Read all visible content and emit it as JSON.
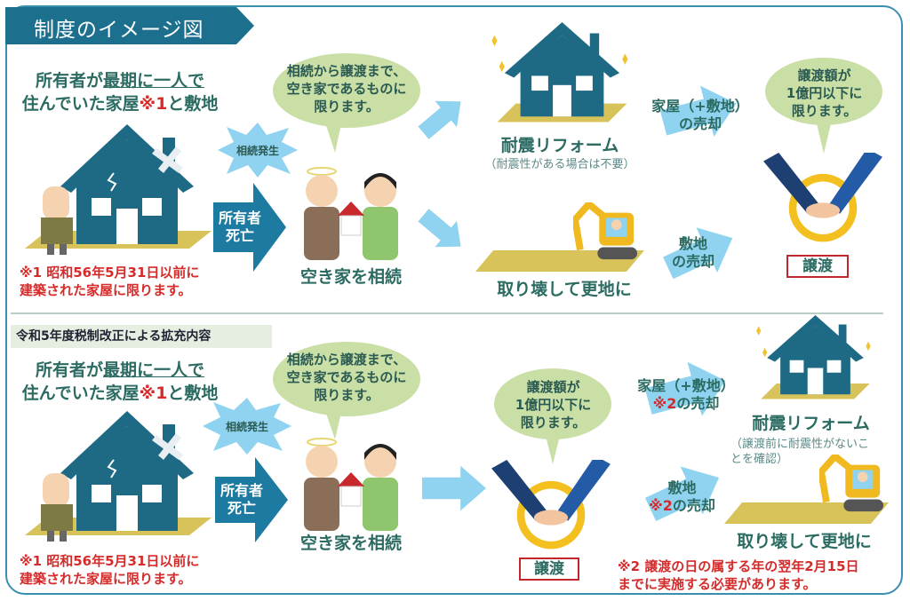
{
  "title": "制度のイメージ図",
  "colors": {
    "teal_dark": "#1d6f8e",
    "house": "#1e6a84",
    "arrow_light": "#8fd3f0",
    "bubble": "#c9dfa6",
    "ground": "#d8c25a",
    "red": "#d52b2b",
    "border": "#3a8fae"
  },
  "section1": {
    "heading_pre": "所有者が",
    "heading_underline": "最期に一人で",
    "heading_line2_pre": "住んでいた家屋",
    "heading_mark": "※1",
    "heading_line2_post": "と敷地",
    "burst": "相続発生",
    "death_arrow": [
      "所有者",
      "死亡"
    ],
    "bubble_inherit": [
      "相続から譲渡まで、",
      "空き家であるものに",
      "限ります。"
    ],
    "inherit_label": "空き家を相続",
    "note1": [
      "※1 昭和56年5月31日以前に",
      "建築された家屋に限ります。"
    ],
    "reform_label": "耐震リフォーム",
    "reform_sub": "（耐震性がある場合は不要）",
    "demolish_label": "取り壊して更地に",
    "sale_house": [
      "家屋（+敷地）",
      "の売却"
    ],
    "sale_land": [
      "敷地",
      "の売却"
    ],
    "bubble_amount": [
      "譲渡額が",
      "1億円以下に",
      "限ります。"
    ],
    "transfer": "譲渡"
  },
  "section2": {
    "label": "令和5年度税制改正による拡充内容",
    "heading_pre": "所有者が",
    "heading_underline": "最期に一人で",
    "heading_line2_pre": "住んでいた家屋",
    "heading_mark": "※1",
    "heading_line2_post": "と敷地",
    "burst": "相続発生",
    "death_arrow": [
      "所有者",
      "死亡"
    ],
    "bubble_inherit": [
      "相続から譲渡まで、",
      "空き家であるものに",
      "限ります。"
    ],
    "inherit_label": "空き家を相続",
    "note1": [
      "※1 昭和56年5月31日以前に",
      "建築された家屋に限ります。"
    ],
    "bubble_amount": [
      "譲渡額が",
      "1億円以下に",
      "限ります。"
    ],
    "transfer": "譲渡",
    "sale_house": [
      "家屋（+敷地）",
      "※2",
      "の売却"
    ],
    "sale_land": [
      "敷地",
      "※2",
      "の売却"
    ],
    "reform_label": "耐震リフォーム",
    "reform_sub": [
      "（譲渡前に耐震性がないこ",
      "とを確認）"
    ],
    "demolish_label": "取り壊して更地に",
    "note2": [
      "※2 譲渡の日の属する年の翌年2月15日",
      "までに実施する必要があります。"
    ]
  }
}
